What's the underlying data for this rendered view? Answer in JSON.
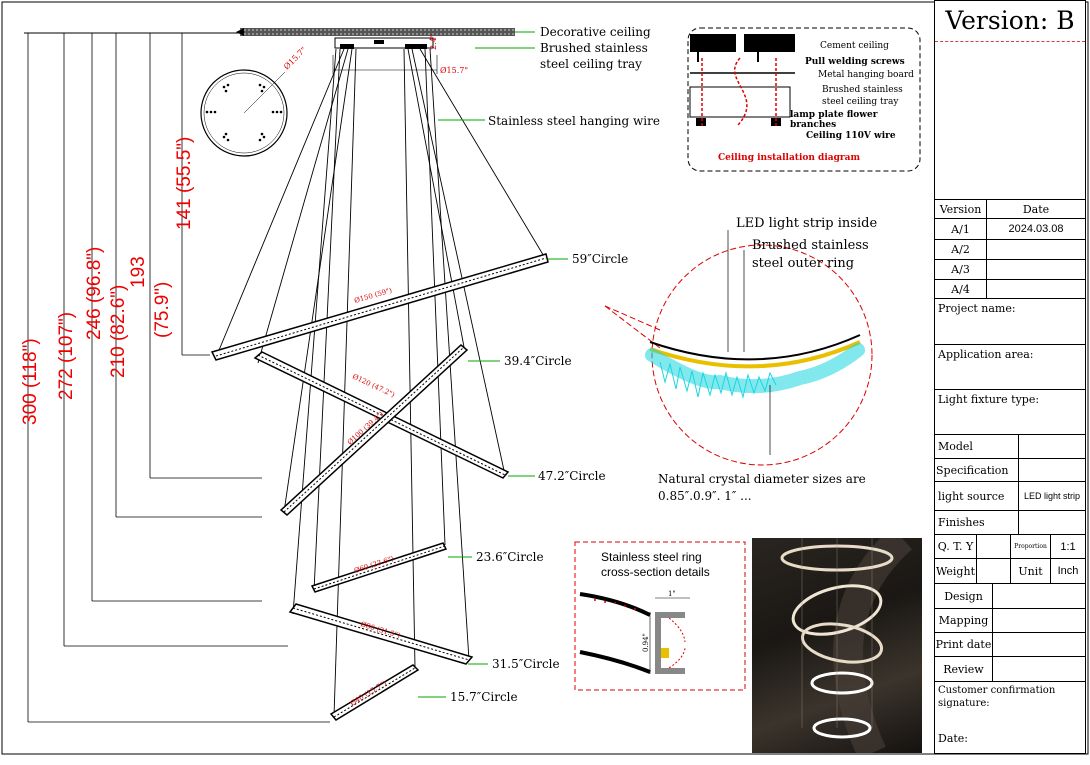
{
  "version_header": "Version: B",
  "labels": {
    "decorative_ceiling": "Decorative ceiling",
    "tray_line1": "Brushed stainless",
    "tray_line2": "steel ceiling tray",
    "hanging_wire": "Stainless steel hanging wire",
    "circle_59": "59″Circle",
    "circle_39": "39.4″Circle",
    "circle_47": "47.2″Circle",
    "circle_23": "23.6″Circle",
    "circle_31": "31.5″Circle",
    "circle_15": "15.7″Circle",
    "led_strip": "LED light strip inside",
    "outer_ring_line1": "Brushed stainless",
    "outer_ring_line2": "steel outer ring",
    "crystal_line1": "Natural crystal diameter sizes are",
    "crystal_line2": "0.85″.0.9″. 1″ ..."
  },
  "dimensions": {
    "d300": "300 (118\")",
    "d272": "272 (107\")",
    "d246": "246 (96.8\")",
    "d210": "210 (82.6\")",
    "d193": "193",
    "d193b": "(75.9\")",
    "d141": "141 (55.5\")",
    "canopy_dia": "Ø15.7\"",
    "canopy_dia2": "Ø15.7\"",
    "canopy_h": "2.4\"",
    "r150": "Ø150 (59\")",
    "r120": "Ø120 (47.2\")",
    "r100": "Ø100 (39.4\")",
    "r60": "Ø60 (23.6\")",
    "r80": "Ø80 (31.5\")",
    "r40": "Ø40 (15.7\")"
  },
  "install_diagram": {
    "cement": "Cement ceiling",
    "screws": "Pull welding screws",
    "board": "Metal hanging board",
    "tray1": "Brushed stainless",
    "tray2": "steel ceiling tray",
    "lamp1": "lamp plate flower",
    "lamp2": "branches",
    "wire": "Ceiling 110V wire",
    "title": "Ceiling installation diagram"
  },
  "cross_section": {
    "title1": "Stainless steel ring",
    "title2": "cross-section details",
    "w": "1\"",
    "h": "0.94\""
  },
  "title_block": {
    "version_col": "Version",
    "date_col": "Date",
    "rows": [
      {
        "v": "A/1",
        "d": "2024.03.08"
      },
      {
        "v": "A/2",
        "d": ""
      },
      {
        "v": "A/3",
        "d": ""
      },
      {
        "v": "A/4",
        "d": ""
      }
    ],
    "project_name": "Project name:",
    "application_area": "Application area:",
    "fixture_type": "Light fixture type:",
    "model": "Model",
    "specification": "Specification",
    "light_source": "light source",
    "light_source_val": "LED light strip",
    "finishes": "Finishes",
    "qty": "Q. T. Y",
    "proportion": "Proportion",
    "proportion_val": "1:1",
    "weight": "Weight",
    "unit": "Unit",
    "unit_val": "Inch",
    "design": "Design",
    "mapping": "Mapping",
    "print_date": "Print date",
    "review": "Review",
    "customer1": "Customer confirmation",
    "customer2": "signature:",
    "date": "Date:"
  }
}
